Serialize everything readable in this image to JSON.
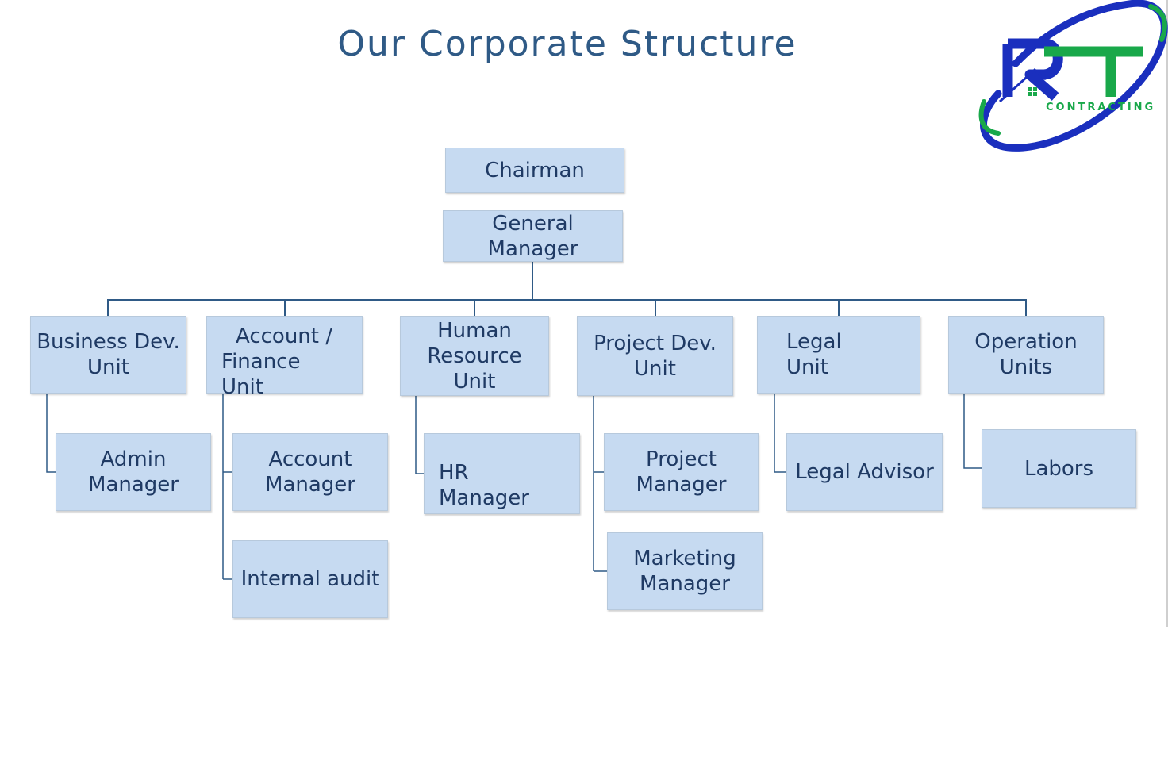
{
  "title": "Our Corporate Structure",
  "logo": {
    "letters": "RT",
    "tagline": "CONTRACTING"
  },
  "colors": {
    "box_fill": "#c6daf1",
    "text": "#1f3a64",
    "line": "#2f5a86",
    "logo_blue": "#1a2fbe",
    "logo_green": "#19a84a"
  },
  "nodes": {
    "chairman": {
      "lines": [
        "Chairman"
      ]
    },
    "general_manager": {
      "lines": [
        "General",
        "Manager"
      ]
    },
    "business_dev": {
      "lines": [
        "Business Dev.",
        "Unit"
      ]
    },
    "account_finance": {
      "lines": [
        "Account /",
        "Finance",
        "Unit"
      ]
    },
    "human_resource": {
      "lines": [
        "Human",
        "Resource",
        "Unit"
      ]
    },
    "project_dev": {
      "lines": [
        "Project Dev.",
        "Unit"
      ]
    },
    "legal": {
      "lines": [
        "Legal",
        "Unit"
      ]
    },
    "operation": {
      "lines": [
        "Operation",
        "Units"
      ]
    },
    "admin_manager": {
      "lines": [
        "Admin",
        "Manager"
      ]
    },
    "account_manager": {
      "lines": [
        "Account",
        "Manager"
      ]
    },
    "internal_audit": {
      "lines": [
        "Internal audit"
      ]
    },
    "hr_manager": {
      "lines": [
        "HR",
        "Manager"
      ]
    },
    "project_manager": {
      "lines": [
        "Project",
        "Manager"
      ]
    },
    "marketing_manager": {
      "lines": [
        "Marketing",
        "Manager"
      ]
    },
    "legal_advisor": {
      "lines": [
        "Legal Advisor"
      ]
    },
    "labors": {
      "lines": [
        "Labors"
      ]
    }
  }
}
